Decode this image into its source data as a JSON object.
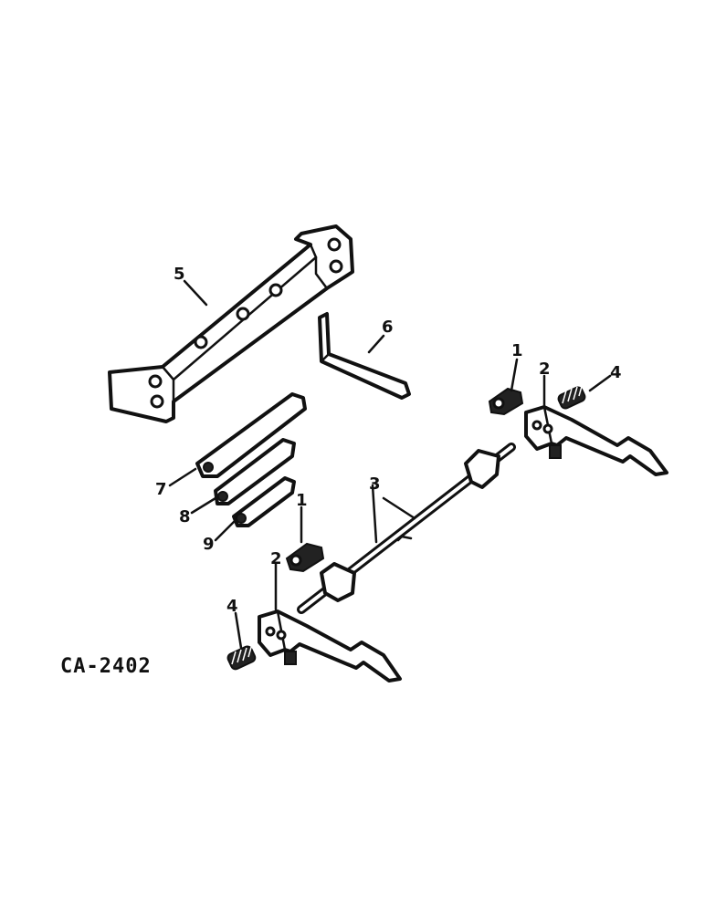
{
  "drawing_id": "CA-2402",
  "callouts": [
    "1",
    "2",
    "3",
    "4",
    "5",
    "6",
    "7",
    "8",
    "9"
  ],
  "labels": {
    "c1_top": "1",
    "c2_right": "2",
    "c4_right": "4",
    "c5": "5",
    "c6": "6",
    "c3": "3",
    "c7": "7",
    "c8": "8",
    "c9": "9",
    "c1_low": "1",
    "c2_low": "2",
    "c4_low": "4"
  }
}
